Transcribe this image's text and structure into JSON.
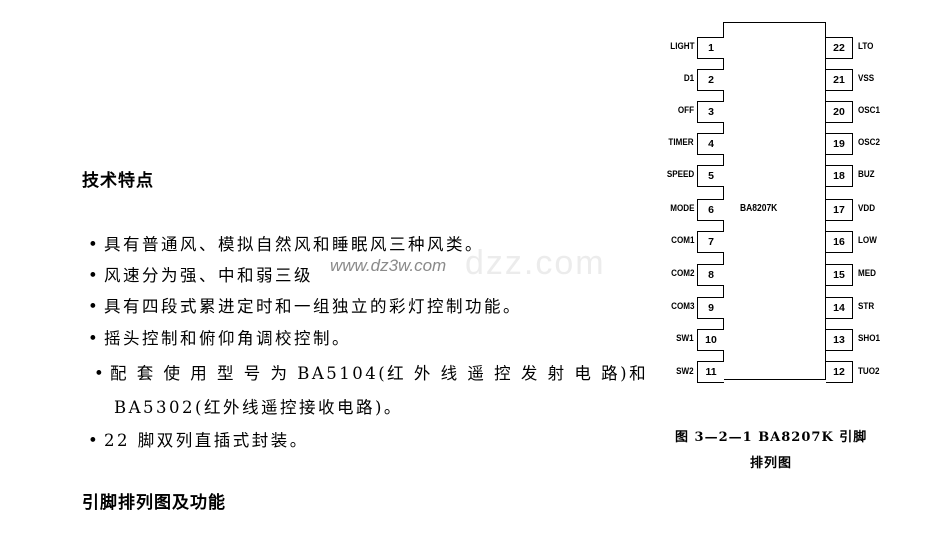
{
  "section1": {
    "heading": "技术特点",
    "bullets": [
      "具有普通风、模拟自然风和睡眠风三种风类。",
      "风速分为强、中和弱三级",
      "具有四段式累进定时和一组独立的彩灯控制功能。",
      "摇头控制和俯仰角调校控制。",
      "配 套 使 用 型 号 为 BA5104(红 外 线 遥 控 发 射 电 路)和",
      "BA5302(红外线遥控接收电路)。",
      "22 脚双列直插式封装。"
    ],
    "bullet_symbol": "•"
  },
  "section2": {
    "heading": "引脚排列图及功能"
  },
  "watermark": {
    "text": "www.dz3w.com",
    "ghost": "dzz.com"
  },
  "diagram": {
    "chip_name": "BA8207K",
    "left_pins": [
      {
        "num": "1",
        "label": "LIGHT"
      },
      {
        "num": "2",
        "label": "D1"
      },
      {
        "num": "3",
        "label": "OFF"
      },
      {
        "num": "4",
        "label": "TIMER"
      },
      {
        "num": "5",
        "label": "SPEED"
      },
      {
        "num": "6",
        "label": "MODE"
      },
      {
        "num": "7",
        "label": "COM1"
      },
      {
        "num": "8",
        "label": "COM2"
      },
      {
        "num": "9",
        "label": "COM3"
      },
      {
        "num": "10",
        "label": "SW1"
      },
      {
        "num": "11",
        "label": "SW2"
      }
    ],
    "right_pins": [
      {
        "num": "22",
        "label": "LTO"
      },
      {
        "num": "21",
        "label": "VSS"
      },
      {
        "num": "20",
        "label": "OSC1"
      },
      {
        "num": "19",
        "label": "OSC2"
      },
      {
        "num": "18",
        "label": "BUZ"
      },
      {
        "num": "17",
        "label": "VDD"
      },
      {
        "num": "16",
        "label": "LOW"
      },
      {
        "num": "15",
        "label": "MED"
      },
      {
        "num": "14",
        "label": "STR"
      },
      {
        "num": "13",
        "label": "SHO1"
      },
      {
        "num": "12",
        "label": "TUO2"
      }
    ],
    "caption_line1": "图 3—2—1   BA8207K 引脚",
    "caption_line2": "排列图"
  }
}
